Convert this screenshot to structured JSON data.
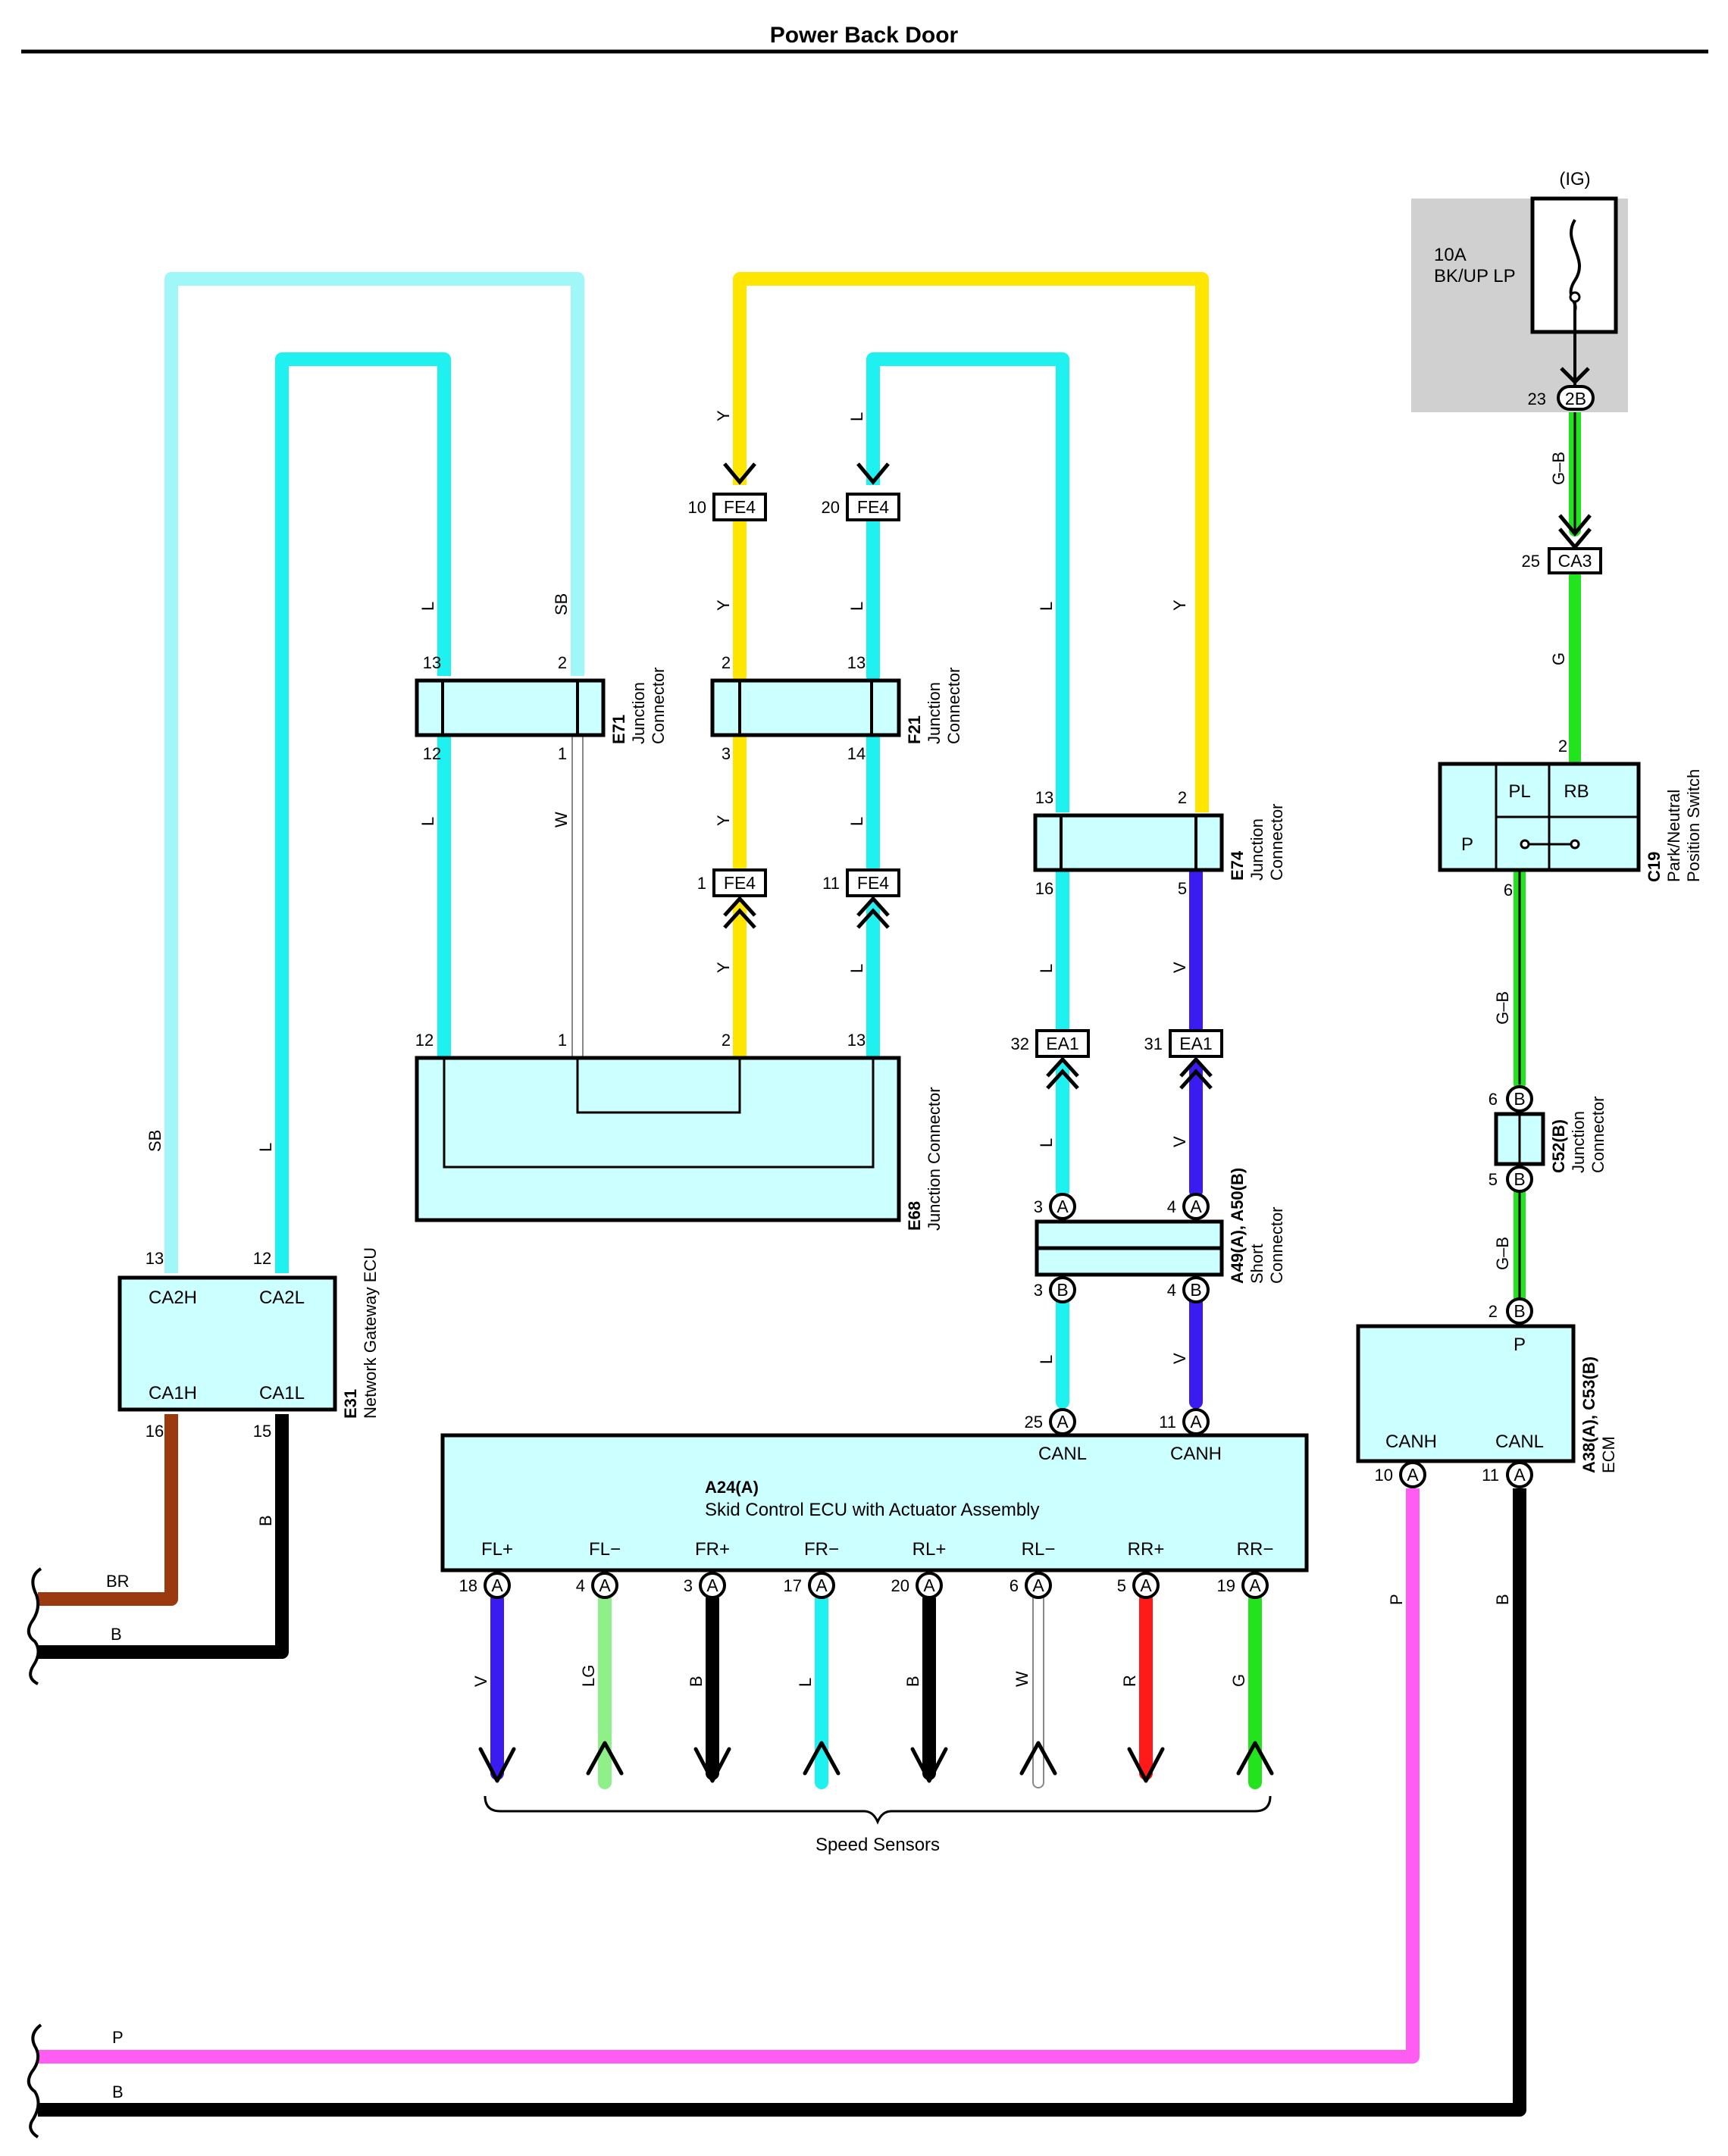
{
  "title": "Power Back Door",
  "colors": {
    "SB": "#9ff7f7",
    "L": "#1ff0f0",
    "Y": "#ffe600",
    "W": "#ffffff",
    "V": "#3b1cf0",
    "BR": "#9b3a0e",
    "B": "#000000",
    "G": "#22e31d",
    "LG": "#8ff08a",
    "R": "#ff1a1a",
    "P": "#ff5cf4",
    "body": "#ccffff",
    "fuse_box": "#d0d0d0"
  },
  "fuse": {
    "source": "(IG)",
    "rating": "10A",
    "name": "BK/UP LP",
    "pin": "23",
    "conn": "2B"
  },
  "connectors": {
    "ca3": {
      "pin": "25",
      "tag": "CA3"
    },
    "fe4_10": {
      "pin": "10",
      "tag": "FE4"
    },
    "fe4_20": {
      "pin": "20",
      "tag": "FE4"
    },
    "fe4_1": {
      "pin": "1",
      "tag": "FE4"
    },
    "fe4_11": {
      "pin": "11",
      "tag": "FE4"
    },
    "ea1_32": {
      "pin": "32",
      "tag": "EA1"
    },
    "ea1_31": {
      "pin": "31",
      "tag": "EA1"
    }
  },
  "components": {
    "e71": {
      "code": "E71",
      "desc1": "Junction",
      "desc2": "Connector",
      "pins": [
        "13",
        "2",
        "12",
        "1"
      ]
    },
    "f21": {
      "code": "F21",
      "desc1": "Junction",
      "desc2": "Connector",
      "pins": [
        "2",
        "13",
        "3",
        "14"
      ]
    },
    "e74": {
      "code": "E74",
      "desc1": "Junction",
      "desc2": "Connector",
      "pins": [
        "13",
        "2",
        "16",
        "5"
      ]
    },
    "e68": {
      "code": "E68",
      "desc": "Junction Connector",
      "pins": [
        "12",
        "1",
        "2",
        "13"
      ]
    },
    "c19": {
      "code": "C19",
      "desc1": "Park/Neutral",
      "desc2": "Position Switch",
      "cells": [
        "PL",
        "RB",
        "P"
      ],
      "pins": [
        "2",
        "6"
      ]
    },
    "c52": {
      "code": "C52(B)",
      "desc1": "Junction",
      "desc2": "Connector",
      "pins": [
        "6",
        "5"
      ],
      "tag": "B"
    },
    "a49": {
      "code": "A49(A), A50(B)",
      "desc1": "Short",
      "desc2": "Connector",
      "pins": [
        "3",
        "4",
        "3",
        "4"
      ],
      "tags": [
        "A",
        "A",
        "B",
        "B"
      ]
    },
    "e31": {
      "code": "E31",
      "desc": "Network Gateway ECU",
      "terminals": [
        "CA2H",
        "CA2L",
        "CA1H",
        "CA1L"
      ],
      "pins": [
        "13",
        "12",
        "16",
        "15"
      ]
    },
    "a24": {
      "code": "A24(A)",
      "desc": "Skid Control ECU with Actuator Assembly",
      "top_terminals": [
        "CANL",
        "CANH"
      ],
      "top_pins": [
        "25",
        "11"
      ],
      "terminals": [
        "FL+",
        "FL−",
        "FR+",
        "FR−",
        "RL+",
        "RL−",
        "RR+",
        "RR−"
      ],
      "pins": [
        "18",
        "4",
        "3",
        "17",
        "20",
        "6",
        "5",
        "19"
      ],
      "wires": [
        "V",
        "LG",
        "B",
        "L",
        "B",
        "W",
        "R",
        "G"
      ],
      "tag": "A"
    },
    "a38": {
      "code": "A38(A), C53(B)",
      "desc": "ECM",
      "terminals": [
        "P",
        "CANH",
        "CANL"
      ],
      "pins": [
        "2",
        "10",
        "11"
      ],
      "tags": [
        "B",
        "A",
        "A"
      ]
    }
  },
  "wire_labels": {
    "sb": "SB",
    "l": "L",
    "y": "Y",
    "w": "W",
    "v": "V",
    "br": "BR",
    "b": "B",
    "gb": "G–B",
    "g": "G",
    "p": "P"
  },
  "speed_sensors": "Speed Sensors"
}
